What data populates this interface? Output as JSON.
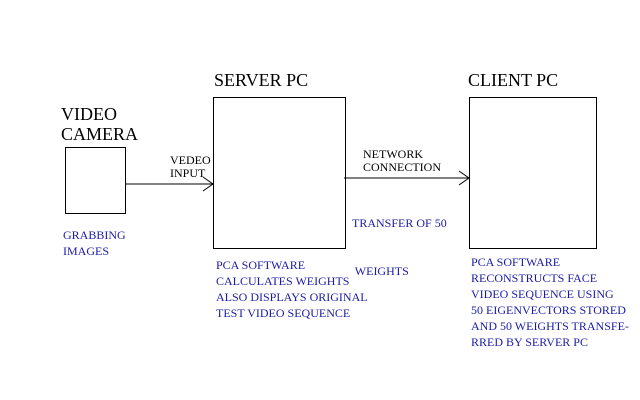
{
  "nodes": {
    "camera": {
      "title": [
        "VIDEO",
        "CAMERA"
      ],
      "caption": [
        "GRABBING",
        "IMAGES"
      ]
    },
    "server": {
      "title": "SERVER PC",
      "caption": [
        "PCA SOFTWARE",
        "CALCULATES WEIGHTS",
        "ALSO DISPLAYS ORIGINAL",
        "TEST VIDEO SEQUENCE"
      ]
    },
    "client": {
      "title": "CLIENT PC",
      "caption": [
        "PCA SOFTWARE",
        "RECONSTRUCTS FACE",
        "VIDEO SEQUENCE USING",
        "50 EIGENVECTORS STORED",
        "AND 50 WEIGHTS TRANSFE-",
        "RRED BY SERVER PC"
      ]
    }
  },
  "edges": {
    "video_input": {
      "label": [
        "VEDEO",
        "INPUT"
      ]
    },
    "network": {
      "label": [
        "NETWORK",
        "CONNECTION"
      ],
      "note": [
        "TRANSFER OF 50",
        " WEIGHTS"
      ]
    }
  },
  "colors": {
    "caption_blue": "#1a1aa6",
    "line": "#000000"
  }
}
